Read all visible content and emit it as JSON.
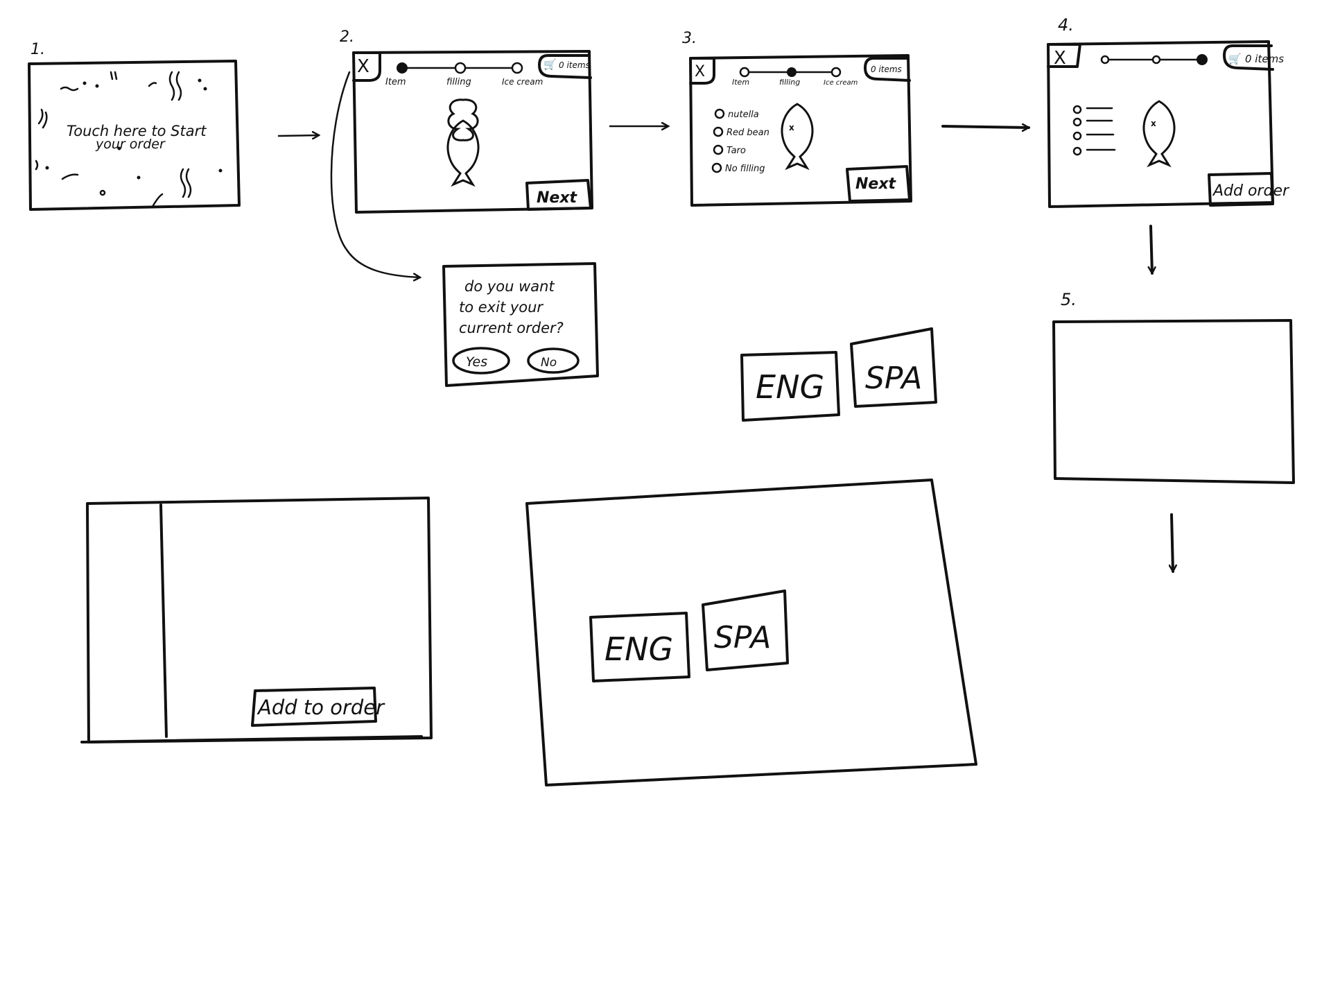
{
  "screens": [
    {
      "number": "1.",
      "text_line1": "Touch here to Start",
      "text_line2": "your order"
    },
    {
      "number": "2.",
      "close": "X",
      "steps": [
        "Item",
        "filling",
        "Ice cream"
      ],
      "cart": "0 items",
      "next": "Next"
    },
    {
      "number": "3.",
      "close": "X",
      "steps": [
        "Item",
        "filling",
        "Ice cream"
      ],
      "cart": "0 items",
      "options": [
        "nutella",
        "Red bean",
        "Taro",
        "No filling"
      ],
      "next": "Next"
    },
    {
      "number": "4.",
      "close": "X",
      "cart": "0 items",
      "add_order": "Add order"
    },
    {
      "number": "5."
    }
  ],
  "exit_dialog": {
    "question_line1": "do you want",
    "question_line2": "to exit your",
    "question_line3": "current order?",
    "yes": "Yes",
    "no": "No"
  },
  "language_small": {
    "eng": "ENG",
    "spa": "SPA"
  },
  "language_large": {
    "eng": "ENG",
    "spa": "SPA"
  },
  "detail_screen": {
    "add_to_order": "Add to order"
  }
}
